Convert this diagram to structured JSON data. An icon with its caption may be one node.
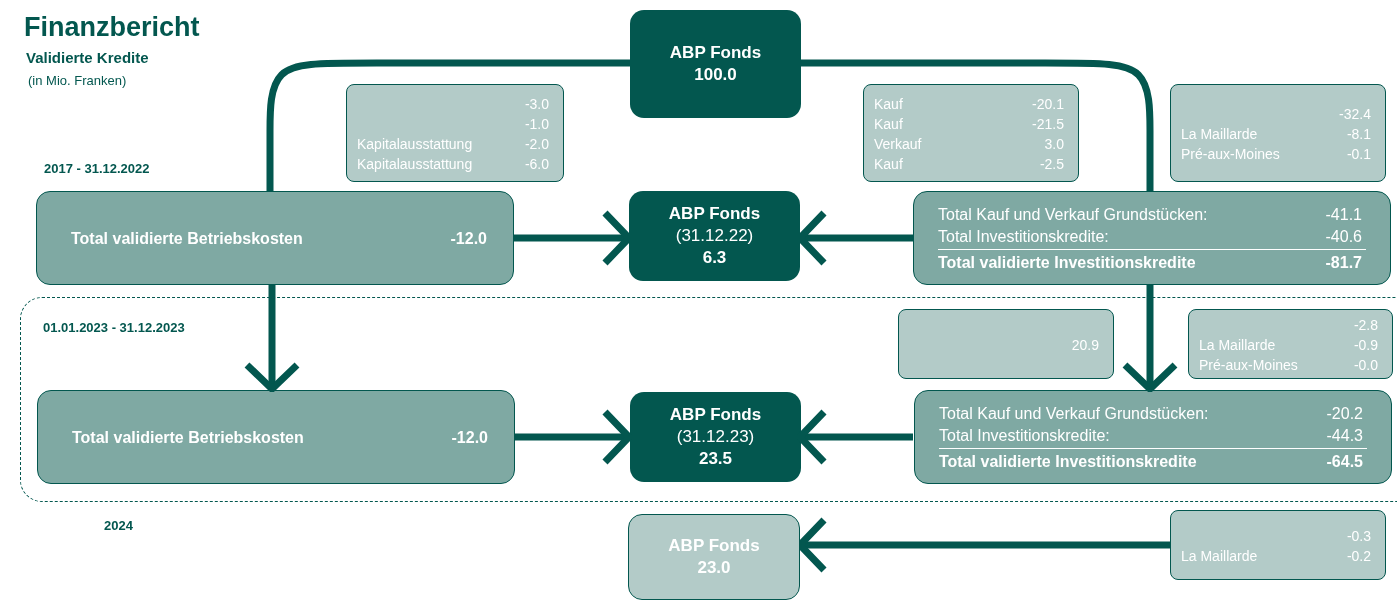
{
  "diagram": {
    "title": "Finanzbericht",
    "nodes": [
      {
        "text": [
          "ABP Fonds",
          "100.0"
        ]
      },
      {
        "text": [
          "-3.0",
          "-1.0",
          "Kapitalausstattung",
          "-2.0",
          "Kapitalausstattung",
          "-6.0"
        ]
      },
      {
        "text": [
          "Kauf",
          "-20.1",
          "Kauf",
          "-21.5",
          "Verkauf",
          "3.0",
          "Kauf",
          "-2.5"
        ]
      },
      {
        "text": [
          "-32.4",
          "La Maillarde",
          "-8.1",
          "Pré-aux-Moines",
          "-0.1"
        ]
      },
      {
        "text": [
          "Total validierte Betriebskosten",
          "-12.0"
        ]
      },
      {
        "text": [
          "ABP Fonds",
          "(31.12.22)",
          "6.3"
        ]
      },
      {
        "text": [
          "Total Kauf und Verkauf Grundstücken:",
          "-41.1",
          "Total Investitionskredite:",
          "-40.6",
          "Total validierte Investitionskredite",
          "-81.7"
        ]
      },
      {
        "text": [
          "01.01.2023 - 31.12.2023"
        ]
      },
      {
        "text": [
          "20.9"
        ],
        "in": 7
      },
      {
        "text": [
          "-2.8",
          "La Maillarde",
          "-0.9",
          "Pré-aux-Moines",
          "-0.0"
        ],
        "in": 7
      },
      {
        "text": [
          "Total validierte Betriebskosten",
          "-12.0"
        ],
        "in": 7
      },
      {
        "text": [
          "ABP Fonds",
          "(31.12.23)",
          "23.5"
        ],
        "in": 7
      },
      {
        "text": [
          "Total Kauf und Verkauf Grundstücken:",
          "-20.2",
          "Total Investitionskredite:",
          "-44.3",
          "Total validierte Investitionskredite",
          "-64.5"
        ],
        "in": 7
      },
      {
        "text": [
          "ABP Fonds",
          "23.0"
        ]
      },
      {
        "text": [
          "-0.3",
          "La Maillarde",
          "-0.2"
        ]
      }
    ],
    "edges": [
      {
        "from": 0,
        "to": 4,
        "arrow": "none"
      },
      {
        "from": 0,
        "to": 6,
        "arrow": "none"
      },
      {
        "from": 4,
        "to": 5,
        "arrow": "to"
      },
      {
        "from": 6,
        "to": 5,
        "arrow": "to"
      },
      {
        "from": 4,
        "to": 10,
        "arrow": "to"
      },
      {
        "from": 6,
        "to": 12,
        "arrow": "to"
      },
      {
        "from": 10,
        "to": 11,
        "arrow": "to"
      },
      {
        "from": 12,
        "to": 11,
        "arrow": "to"
      },
      {
        "from": 14,
        "to": 13,
        "arrow": "to"
      }
    ],
    "labels": [
      "Validierte Kredite",
      "(in Mio. Franken)",
      "2017 - 31.12.2022",
      "2024"
    ]
  }
}
